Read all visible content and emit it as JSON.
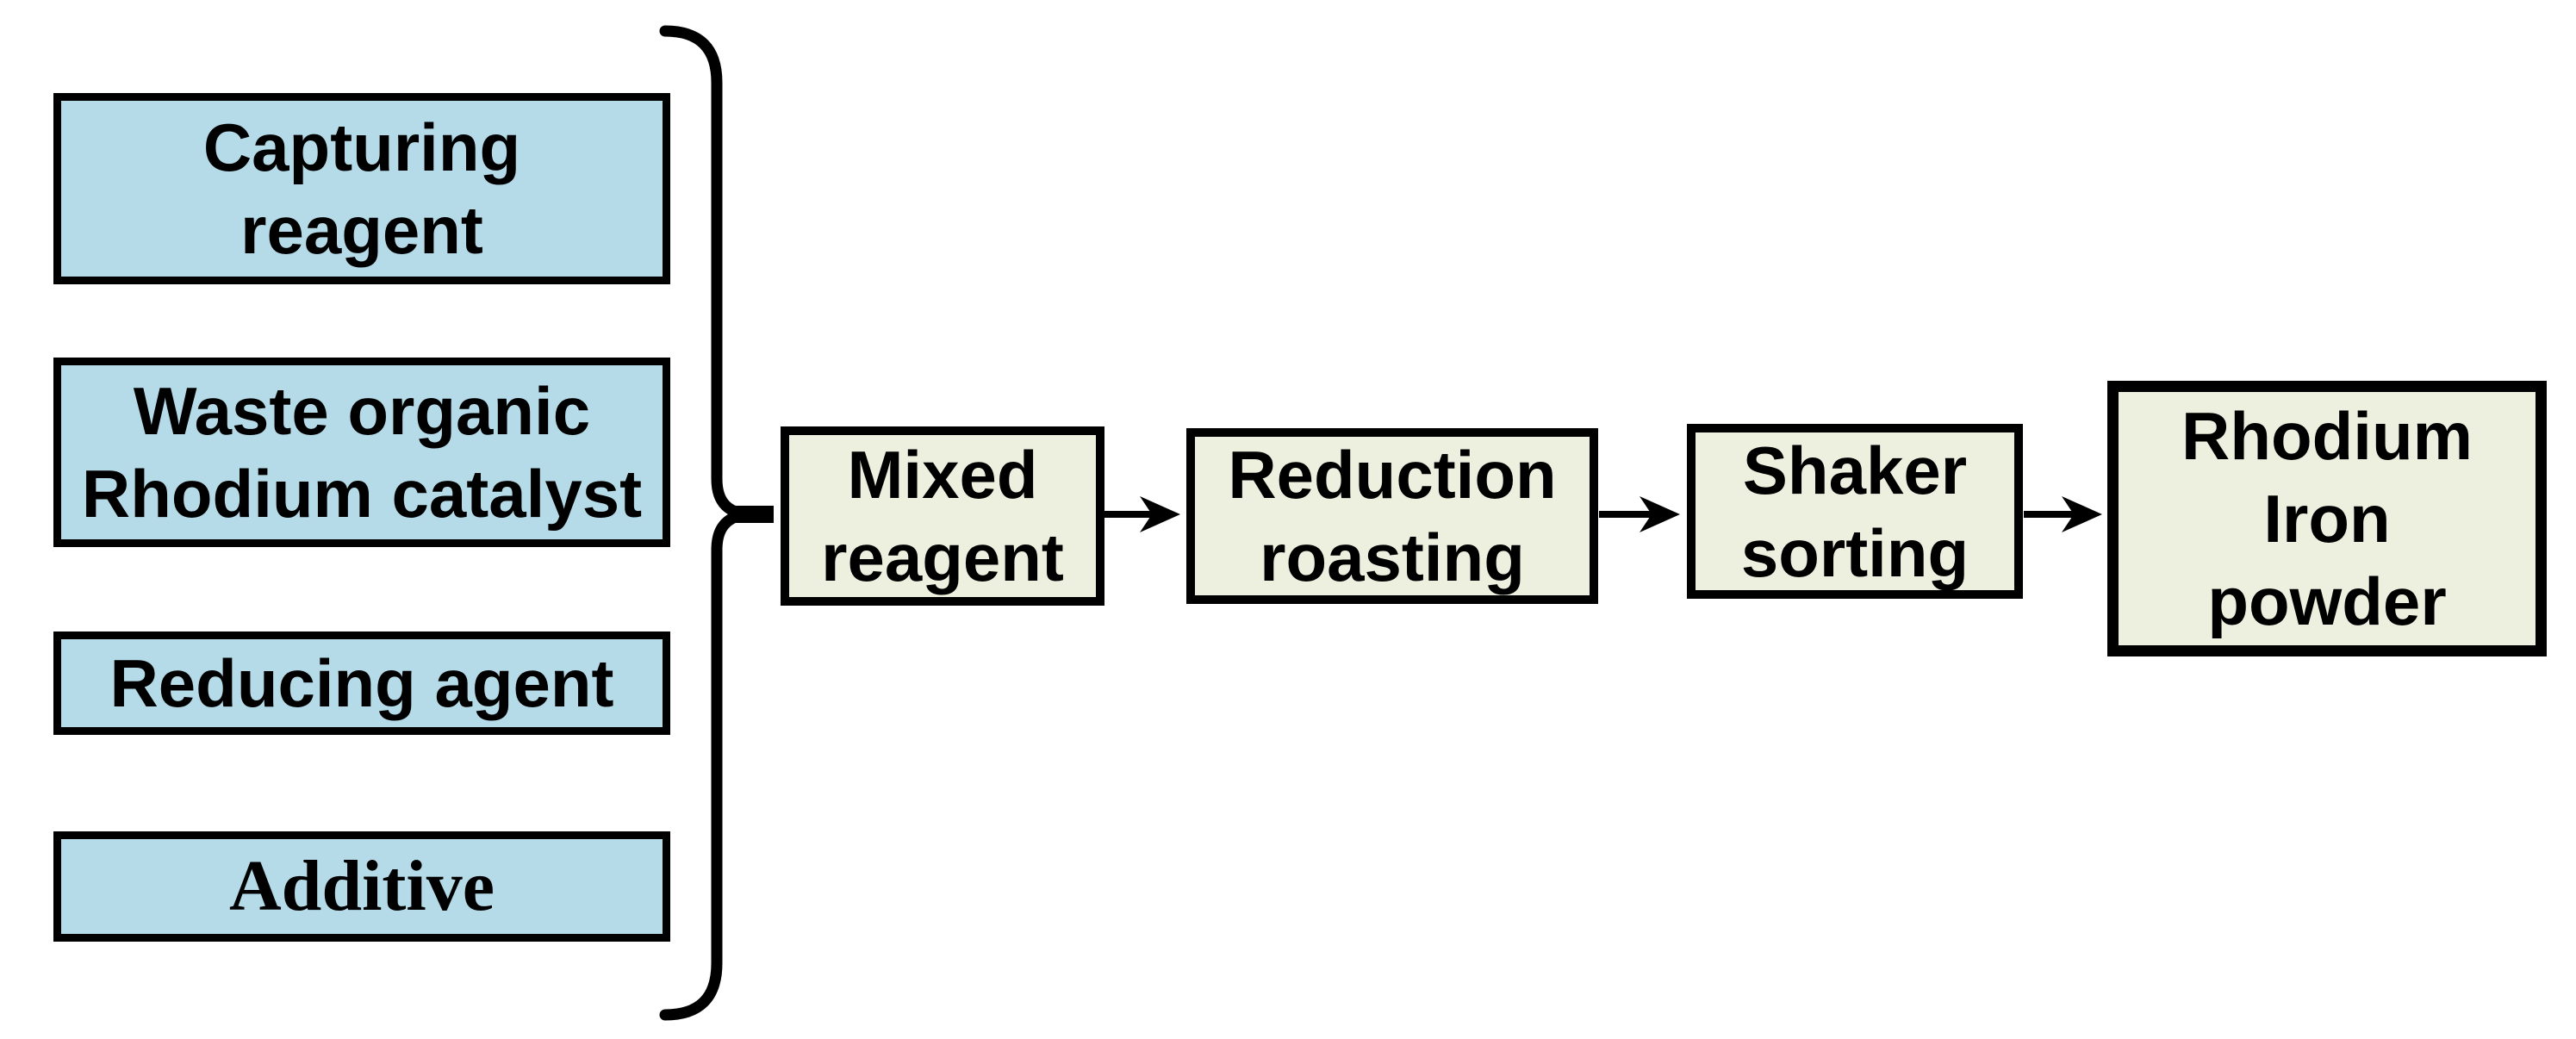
{
  "diagram": {
    "type": "process-flow",
    "inputs": [
      {
        "id": "capturing-reagent",
        "label": "Capturing\nreagent"
      },
      {
        "id": "waste-organic-rhodium-catalyst",
        "label": "Waste organic\nRhodium catalyst"
      },
      {
        "id": "reducing-agent",
        "label": "Reducing agent"
      },
      {
        "id": "additive",
        "label": "Additive"
      }
    ],
    "steps": [
      {
        "id": "mixed-reagent",
        "label": "Mixed\nreagent"
      },
      {
        "id": "reduction-roasting",
        "label": "Reduction\nroasting"
      },
      {
        "id": "shaker-sorting",
        "label": "Shaker\nsorting"
      },
      {
        "id": "rhodium-iron-powder",
        "label": "Rhodium\nIron\npowder"
      }
    ],
    "colors": {
      "input_fill": "#b5dbe8",
      "step_fill": "#edefdf",
      "stroke": "#000000",
      "text": "#000000",
      "background": "#ffffff"
    }
  }
}
